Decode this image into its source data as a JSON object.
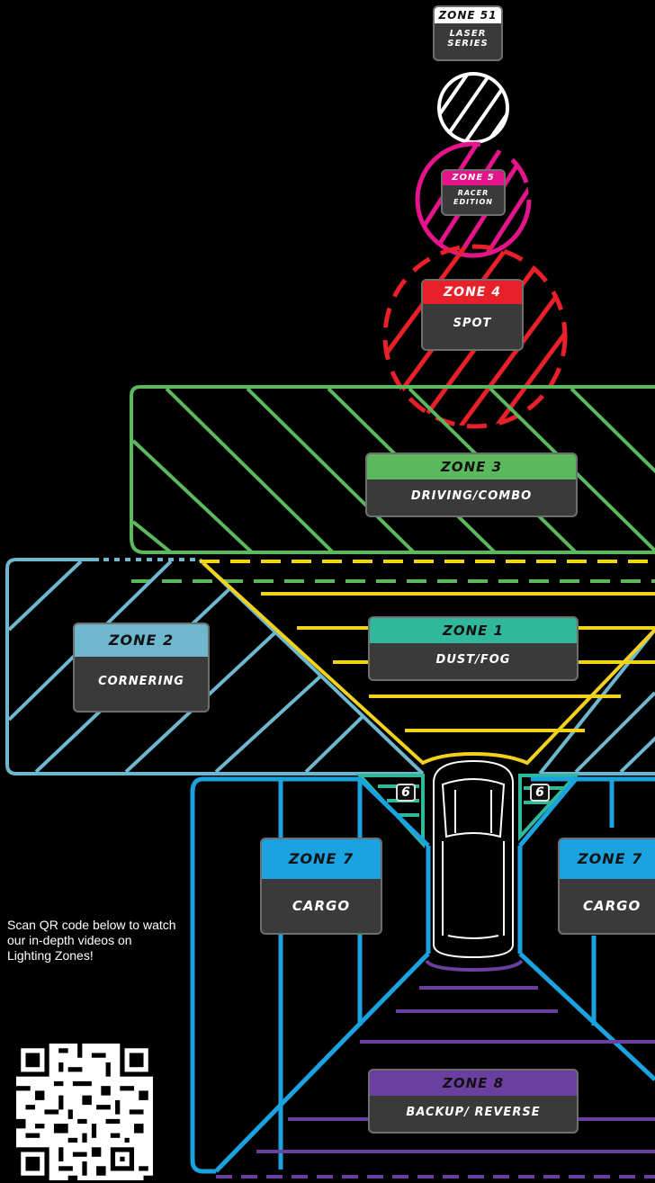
{
  "zones": {
    "zone51": {
      "title": "ZONE 51",
      "subtitle_line1": "LASER",
      "subtitle_line2": "SERIES"
    },
    "zone5": {
      "title": "ZONE 5",
      "subtitle_line1": "RACER",
      "subtitle_line2": "EDITION"
    },
    "zone4": {
      "title": "ZONE 4",
      "subtitle": "SPOT"
    },
    "zone3": {
      "title": "ZONE 3",
      "subtitle": "DRIVING/COMBO"
    },
    "zone2": {
      "title": "ZONE 2",
      "subtitle": "CORNERING"
    },
    "zone1": {
      "title": "ZONE 1",
      "subtitle": "DUST/FOG"
    },
    "zone6_left": {
      "number": "6"
    },
    "zone6_right": {
      "number": "6"
    },
    "zone7_left": {
      "title": "ZONE 7",
      "subtitle": "CARGO"
    },
    "zone7_right": {
      "title": "ZONE 7",
      "subtitle": "CARGO"
    },
    "zone8": {
      "title": "ZONE 8",
      "subtitle": "BACKUP/ REVERSE"
    }
  },
  "qr": {
    "caption": "Scan QR code below to watch our in-depth videos on Lighting Zones!"
  },
  "colors": {
    "zone51": "#ffffff",
    "zone5": "#e4158b",
    "zone4": "#e8202a",
    "zone3": "#5cb85c",
    "zone2": "#6fb6cf",
    "zone1": "#f3d21b",
    "zone6": "#2fb99a",
    "zone7": "#1aa3e0",
    "zone8": "#6b3fa0",
    "background": "#000000"
  }
}
